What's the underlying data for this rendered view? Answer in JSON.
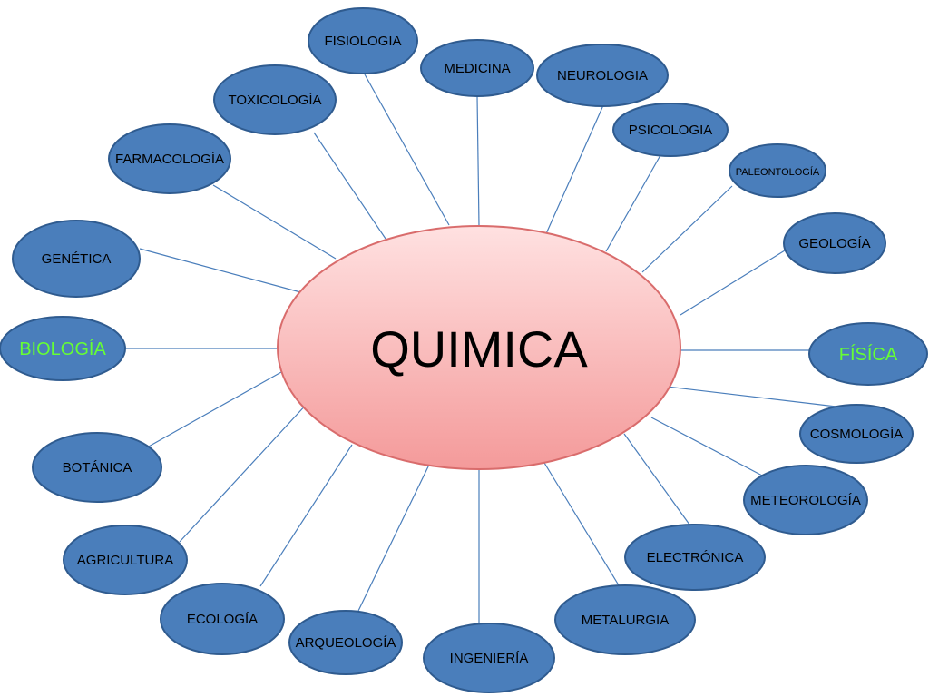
{
  "center": {
    "label": "QUIMICA"
  },
  "colors": {
    "node_fill": "#4a7ebb",
    "node_text": "#000000",
    "highlight_text": "#66ff33",
    "center_fill_top": "#ffe1e1",
    "center_fill_bottom": "#f49a9a",
    "connector": "#4a7ebb"
  },
  "nodes": [
    {
      "id": "fisiologia",
      "label": "FISIOLOGIA"
    },
    {
      "id": "medicina",
      "label": "MEDICINA"
    },
    {
      "id": "neurologia",
      "label": "NEUROLOGIA"
    },
    {
      "id": "psicologia",
      "label": "PSICOLOGIA"
    },
    {
      "id": "paleontologia",
      "label": "PALEONTOLOGÍA"
    },
    {
      "id": "geologia",
      "label": "GEOLOGÍA"
    },
    {
      "id": "fisica",
      "label": "FÍSÍCA",
      "highlight": true
    },
    {
      "id": "cosmologia",
      "label": "COSMOLOGÍA"
    },
    {
      "id": "meteorologia",
      "label": "METEOROLOGÍA"
    },
    {
      "id": "electronica",
      "label": "ELECTRÓNICA"
    },
    {
      "id": "metalurgia",
      "label": "METALURGIA"
    },
    {
      "id": "ingenieria",
      "label": "INGENIERÍA"
    },
    {
      "id": "arqueologia",
      "label": "ARQUEOLOGÍA"
    },
    {
      "id": "ecologia",
      "label": "ECOLOGÍA"
    },
    {
      "id": "agricultura",
      "label": "AGRICULTURA"
    },
    {
      "id": "botanica",
      "label": "BOTÁNICA"
    },
    {
      "id": "biologia",
      "label": "BIOLOGÍA",
      "highlight": true
    },
    {
      "id": "genetica",
      "label": "GENÉTICA"
    },
    {
      "id": "farmacologia",
      "label": "FARMACOLOGÍA"
    },
    {
      "id": "toxicologia",
      "label": "TOXICOLOGÍA"
    }
  ]
}
